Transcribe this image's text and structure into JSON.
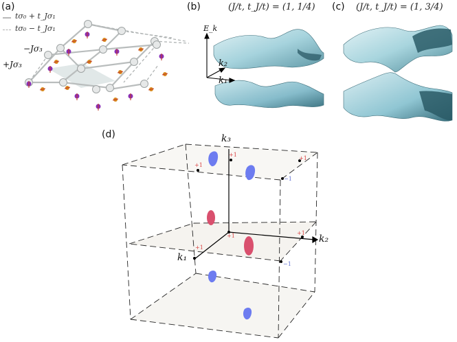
{
  "panel_labels": {
    "a": "(a)",
    "b": "(b)",
    "c": "(c)",
    "d": "(d)"
  },
  "legend": {
    "solid": "tσ₀ + t_Jσ₁",
    "dashed": "tσ₀ − t_Jσ₁"
  },
  "coupling_labels": {
    "minus": "−Jσ₃",
    "plus": "+Jσ₃"
  },
  "panel_b": {
    "title": "(J/t, t_J/t) = (1, 1/4)",
    "axis_energy": "E_k",
    "axis_k2": "k₂",
    "axis_k1": "k₁"
  },
  "panel_c": {
    "title": "(J/t, t_J/t) = (1, 3/4)"
  },
  "panel_d": {
    "axis_k1": "k₁",
    "axis_k2": "k₂",
    "axis_k3": "k₃",
    "charges": {
      "top_left": "+1",
      "top_center": "+1",
      "top_right": "+1",
      "top_right_neg": "−1",
      "mid_left": "+1",
      "mid_center": "+1",
      "mid_right": "+1",
      "mid_right_neg": "−1"
    }
  },
  "colors": {
    "blue_pocket": "#6d7cf0",
    "red_pocket": "#d9506e",
    "surface": "#9fd0dc",
    "atom_purple": "#8a2fb8",
    "atom_orange": "#d98a1e",
    "charge_red": "#d94040",
    "charge_blue": "#5a6ad0"
  }
}
